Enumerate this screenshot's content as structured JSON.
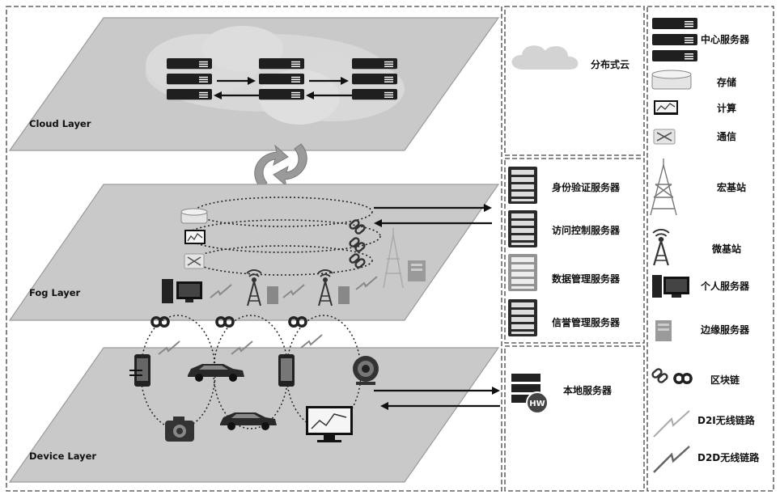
{
  "layers": {
    "cloud": "Cloud Layer",
    "fog": "Fog Layer",
    "device": "Device Layer"
  },
  "middle_legend": {
    "distributed_cloud": "分布式云",
    "identity_server": "身份验证服务器",
    "access_control_server": "访问控制服务器",
    "data_management_server": "数据管理服务器",
    "reputation_server": "信誉管理服务器",
    "local_server": "本地服务器",
    "hw_badge": "HW"
  },
  "right_legend": {
    "central_server": "中心服务器",
    "storage": "存储",
    "compute": "计算",
    "communication": "通信",
    "macro_base_station": "宏基站",
    "micro_base_station": "微基站",
    "personal_server": "个人服务器",
    "edge_server": "边缘服务器",
    "blockchain": "区块链",
    "d2i_link": "D2I无线链路",
    "d2d_link": "D2D无线链路"
  },
  "colors": {
    "layer_fill": "#c9c9c9",
    "layer_stroke": "#9a9a9a",
    "server_dark": "#1f1f1f",
    "border_dash": "#444444"
  }
}
